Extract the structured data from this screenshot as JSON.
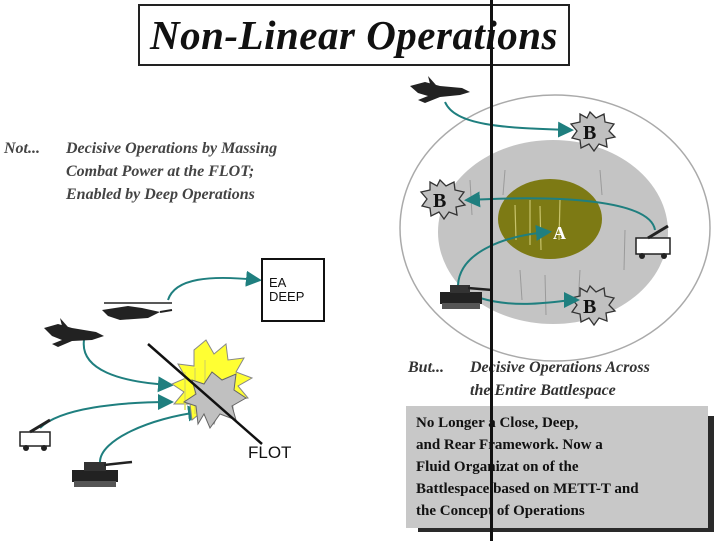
{
  "title": "Non-Linear Operations",
  "not_block": {
    "label": "Not...",
    "lines": [
      "Decisive Operations by Massing",
      "Combat Power at the FLOT;",
      "Enabled by Deep Operations"
    ]
  },
  "ea_box": {
    "line1": "EA",
    "line2": "DEEP"
  },
  "flot_label": "FLOT",
  "battlespace": {
    "b_top": "B",
    "b_left": "B",
    "b_bottom": "B",
    "a_label": "A"
  },
  "but_block": {
    "label": "But...",
    "lines": [
      "Decisive Operations Across",
      "the Entire Battlespace"
    ]
  },
  "info_box": {
    "lines": [
      "No Longer a Close, Deep,",
      "and Rear Framework.  Now a",
      "Fluid Organizat on of the",
      "Battlespace based on METT-T and",
      "the Concept of Operations"
    ]
  },
  "colors": {
    "arrow": "#1f7f7f",
    "olive": "#7d7a14",
    "gray_zone": "#c4c4c4",
    "burst_yellow": "#ffff33"
  },
  "icons": [
    "jet-icon",
    "helicopter-icon",
    "tank-icon",
    "artillery-icon",
    "explosion-icon"
  ]
}
